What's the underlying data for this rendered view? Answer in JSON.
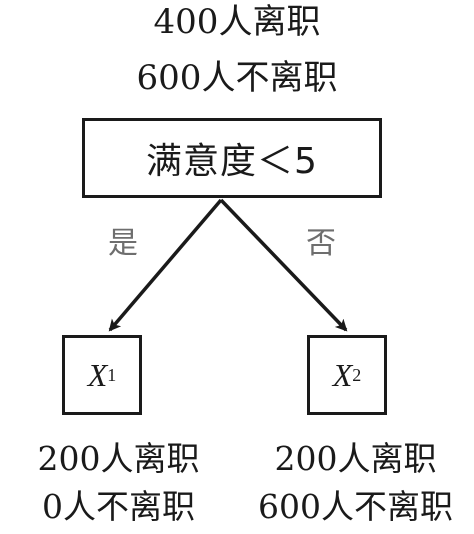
{
  "root": {
    "stats_line1": "400人离职",
    "stats_line2": "600人不离职",
    "condition": "满意度＜5"
  },
  "branches": {
    "yes_label": "是",
    "no_label": "否"
  },
  "leaves": [
    {
      "var": "X",
      "sub": "1",
      "stats_line1": "200人离职",
      "stats_line2": "0人不离职"
    },
    {
      "var": "X",
      "sub": "2",
      "stats_line1": "200人离职",
      "stats_line2": "600人不离职"
    }
  ]
}
